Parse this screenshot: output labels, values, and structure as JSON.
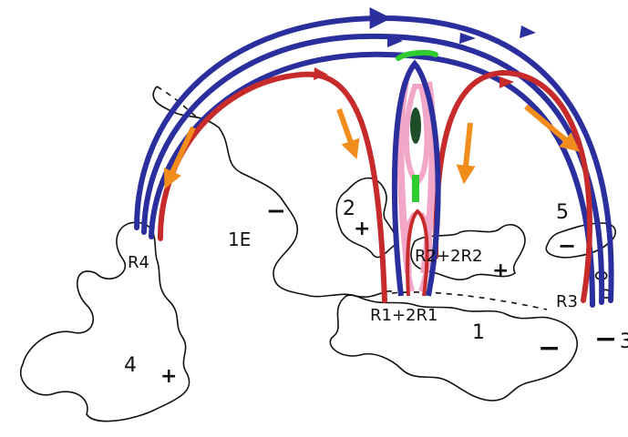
{
  "labels": {
    "r4": "R4",
    "r1": "R1+2R1",
    "r2": "R2+2R2",
    "r3": "R3",
    "region_1e": "1E",
    "region_1": "1",
    "region_2": "2",
    "region_3": "3",
    "region_4": "4",
    "region_5": "5"
  },
  "signs": {
    "region_1e": "−",
    "region_2": "+",
    "region_r2": "+",
    "region_1": "−",
    "region_3": "−",
    "region_4": "+",
    "region_5": "−"
  },
  "colors": {
    "blue_loop": "#2b2f9e",
    "red_loop": "#c62a2a",
    "arrow_orange": "#f28c1a",
    "pink_tube": "#f2a6c8",
    "green_bar": "#2ecc2e",
    "dark_green": "#1f4d2a",
    "outline": "#111111"
  }
}
